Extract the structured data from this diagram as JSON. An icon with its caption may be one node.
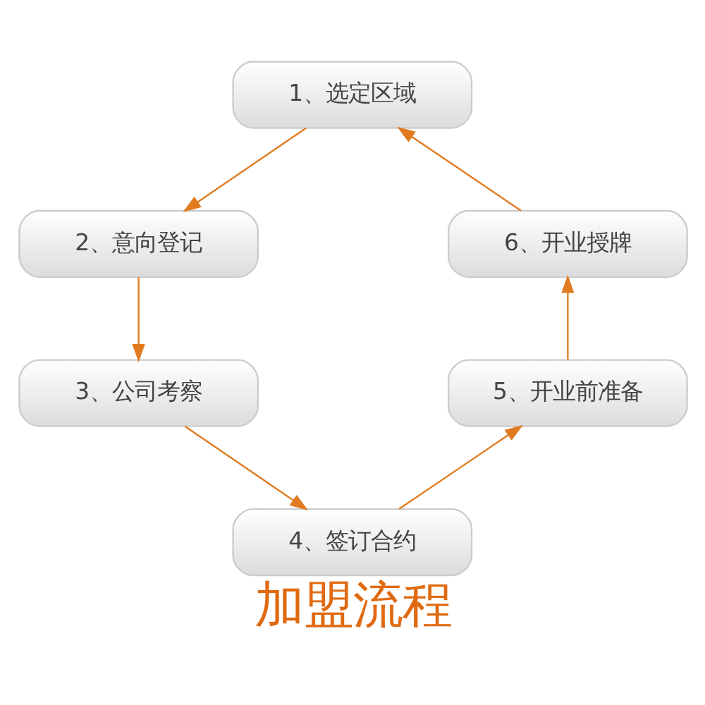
{
  "diagram": {
    "title": "加盟流程",
    "nodes": [
      {
        "text": [
          "1、选定区域"
        ]
      },
      {
        "text": [
          "2、意向登记"
        ]
      },
      {
        "text": [
          "3、公司考察"
        ]
      },
      {
        "text": [
          "4、签订合约"
        ]
      },
      {
        "text": [
          "5、开业前准备"
        ]
      },
      {
        "text": [
          "6、开业授牌"
        ]
      }
    ],
    "edges": [
      {
        "from": 0,
        "to": 1,
        "arrow": "to"
      },
      {
        "from": 1,
        "to": 2,
        "arrow": "to"
      },
      {
        "from": 2,
        "to": 3,
        "arrow": "to"
      },
      {
        "from": 3,
        "to": 4,
        "arrow": "to"
      },
      {
        "from": 4,
        "to": 5,
        "arrow": "to"
      },
      {
        "from": 5,
        "to": 0,
        "arrow": "to"
      }
    ]
  }
}
